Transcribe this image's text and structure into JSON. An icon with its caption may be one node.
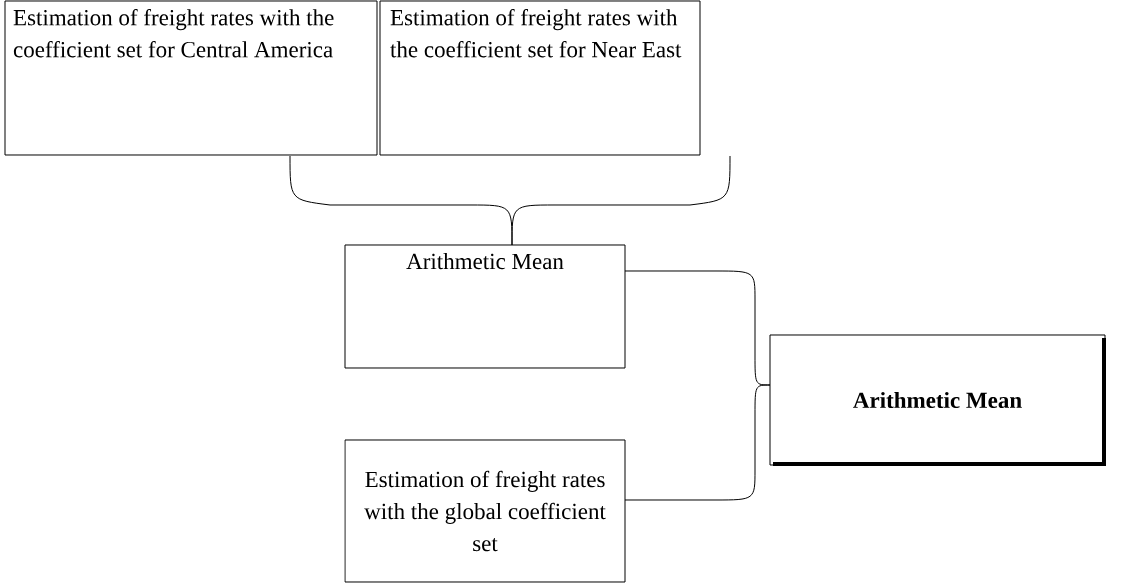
{
  "diagram": {
    "nodes": [
      {
        "text": [
          "Estimation of freight rates with the coefficient set for Central America"
        ]
      },
      {
        "text": [
          "Estimation of freight rates with the coefficient set for Near East"
        ]
      },
      {
        "text": [
          "Arithmetic Mean"
        ]
      },
      {
        "text": [
          "Estimation of freight rates with the global coefficient set"
        ]
      },
      {
        "text": [
          "Arithmetic Mean"
        ]
      }
    ],
    "edges": [
      {
        "from": 0,
        "to": 2,
        "arrow": "none"
      },
      {
        "from": 1,
        "to": 2,
        "arrow": "none"
      },
      {
        "from": 2,
        "to": 4,
        "arrow": "none"
      },
      {
        "from": 3,
        "to": 4,
        "arrow": "none"
      }
    ]
  }
}
